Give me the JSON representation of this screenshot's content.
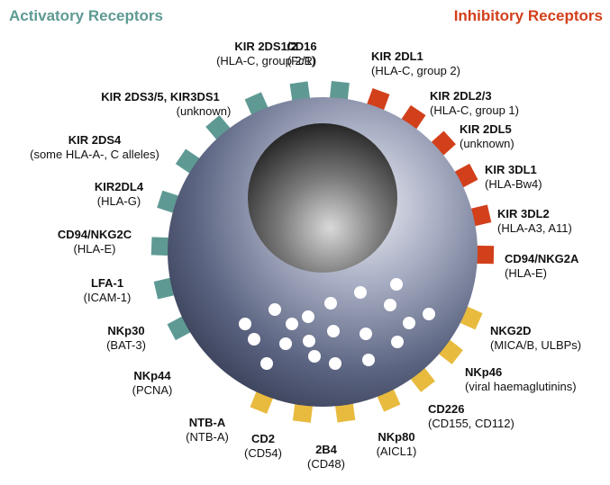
{
  "headings": {
    "activatory": "Activatory Receptors",
    "inhibitory": "Inhibitory Receptors"
  },
  "colors": {
    "activatory": "#5e9a93",
    "inhibitory": "#d2401b",
    "costimulatory": "#e8bb3f",
    "cell_body": "#4f5873",
    "nucleus": "#2b2b2b",
    "granule": "#ffffff"
  },
  "receptors": [
    {
      "name": "KIR 2DS1/2",
      "ligand": "(HLA-C, group 2/1)",
      "group": "activatory"
    },
    {
      "name": "CD16",
      "ligand": "(FcR)",
      "group": "activatory"
    },
    {
      "name": "KIR 2DS3/5, KIR3DS1",
      "ligand": "(unknown)",
      "group": "activatory"
    },
    {
      "name": "KIR 2DS4",
      "ligand": "(some HLA-A-, C alleles)",
      "group": "activatory"
    },
    {
      "name": "KIR2DL4",
      "ligand": "(HLA-G)",
      "group": "activatory"
    },
    {
      "name": "CD94/NKG2C",
      "ligand": "(HLA-E)",
      "group": "activatory"
    },
    {
      "name": "LFA-1",
      "ligand": "(ICAM-1)",
      "group": "activatory"
    },
    {
      "name": "NKp30",
      "ligand": "(BAT-3)",
      "group": "activatory"
    },
    {
      "name": "NKp44",
      "ligand": "(PCNA)",
      "group": "activatory"
    },
    {
      "name": "KIR 2DL1",
      "ligand": "(HLA-C, group 2)",
      "group": "inhibitory"
    },
    {
      "name": "KIR 2DL2/3",
      "ligand": "(HLA-C, group 1)",
      "group": "inhibitory"
    },
    {
      "name": "KIR 2DL5",
      "ligand": "(unknown)",
      "group": "inhibitory"
    },
    {
      "name": "KIR 3DL1",
      "ligand": "(HLA-Bw4)",
      "group": "inhibitory"
    },
    {
      "name": "KIR 3DL2",
      "ligand": "(HLA-A3, A11)",
      "group": "inhibitory"
    },
    {
      "name": "CD94/NKG2A",
      "ligand": "(HLA-E)",
      "group": "inhibitory"
    },
    {
      "name": "NKG2D",
      "ligand": "(MICA/B, ULBPs)",
      "group": "costimulatory"
    },
    {
      "name": "NKp46",
      "ligand": "(viral haemaglutinins)",
      "group": "costimulatory"
    },
    {
      "name": "CD226",
      "ligand": "(CD155, CD112)",
      "group": "costimulatory"
    },
    {
      "name": "NKp80",
      "ligand": "(AICL1)",
      "group": "costimulatory"
    },
    {
      "name": "2B4",
      "ligand": "(CD48)",
      "group": "costimulatory"
    },
    {
      "name": "CD2",
      "ligand": "(CD54)",
      "group": "costimulatory"
    },
    {
      "name": "NTB-A",
      "ligand": "(NTB-A)",
      "group": "costimulatory"
    }
  ]
}
